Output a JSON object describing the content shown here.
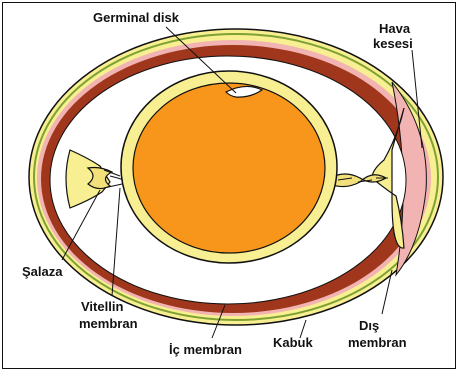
{
  "diagram": {
    "labels": {
      "germinal_disk": "Germinal disk",
      "hava_line1": "Hava",
      "hava_line2": "kesesi",
      "salaza": "Şalaza",
      "vitellin_line1": "Vitellin",
      "vitellin_line2": "membran",
      "ic_membran": "İç membran",
      "kabuk": "Kabuk",
      "dis_line1": "Dış",
      "dis_line2": "membran"
    },
    "colors": {
      "shell_outer": "#7da232",
      "shell_band": "#a0371c",
      "egg_white": "#ffffff",
      "air_sac_pink": "#f2b4b2",
      "yolk": "#f7961a",
      "vitelline": "#f7ef91",
      "chalaza": "#f2e07a",
      "outline": "#111111"
    }
  }
}
